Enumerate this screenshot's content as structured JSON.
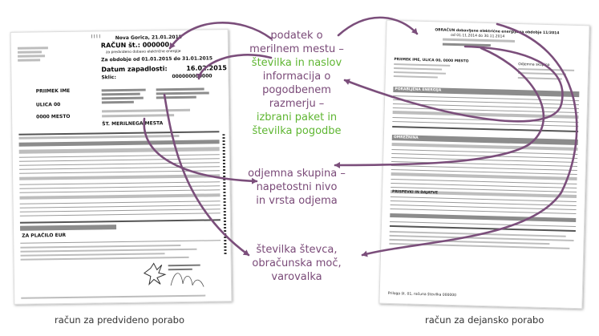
{
  "doc_left": {
    "title_line1": "Nova Gorica, 21.01.2015",
    "title_line2": "RAČUN št.: 000000",
    "title_line3": "za predvideno dobavo električne energije",
    "period_line": "Za obdobje od 01.01.2015 do 31.01.2015",
    "due_label": "Datum zapadlosti:",
    "due_value": "16.02.2015",
    "ref_label": "Sklic:",
    "ref_value": "000000000000",
    "customer_lines": [
      "PRIIMEK IME",
      "ULICA 00",
      "0000 MESTO"
    ],
    "number_label": "ŠT. MERILNEGA MESTA",
    "total_label": "ZA PLAČILO EUR"
  },
  "doc_right": {
    "title_line1": "OBRAČUN dobavljene električne energije za obdobje 11/2014",
    "title_line2": "od 01.11.2014 do 30.11.2014",
    "customer_line": "PRIIMEK IME, ULICA 00, 0000 MESTO",
    "section_1": "PORABLJENA ENERGIJA",
    "section_2": "OMREŽNINA",
    "section_3": "PRISPEVKI IN DAJATVE",
    "group_label": "Odjemna skupina",
    "footer": "Priloga št. 01, računa številka 000000"
  },
  "annotations": {
    "top": [
      {
        "text": "podatek o",
        "color": "purple"
      },
      {
        "text": "merilnem mestu –",
        "color": "purple"
      },
      {
        "text": "številka in naslov",
        "color": "green"
      },
      {
        "text": "informacija o",
        "color": "purple"
      },
      {
        "text": "pogodbenem razmerju –",
        "color": "purple"
      },
      {
        "text": "izbrani paket in",
        "color": "green"
      },
      {
        "text": "številka pogodbe",
        "color": "green"
      }
    ],
    "middle": [
      {
        "text": "odjemna skupina –",
        "color": "purple"
      },
      {
        "text": "napetostni nivo",
        "color": "purple"
      },
      {
        "text": "in vrsta odjema",
        "color": "purple"
      }
    ],
    "bottom": [
      {
        "text": "številka števca,",
        "color": "purple"
      },
      {
        "text": "obračunska moč,",
        "color": "purple"
      },
      {
        "text": "varovalka",
        "color": "purple"
      }
    ]
  },
  "captions": {
    "left": "račun za predvideno porabo",
    "right": "račun za dejansko porabo"
  },
  "colors": {
    "arrow": "#7b4e7b",
    "annotation_purple": "#7a4a78",
    "annotation_green": "#5fb632"
  }
}
